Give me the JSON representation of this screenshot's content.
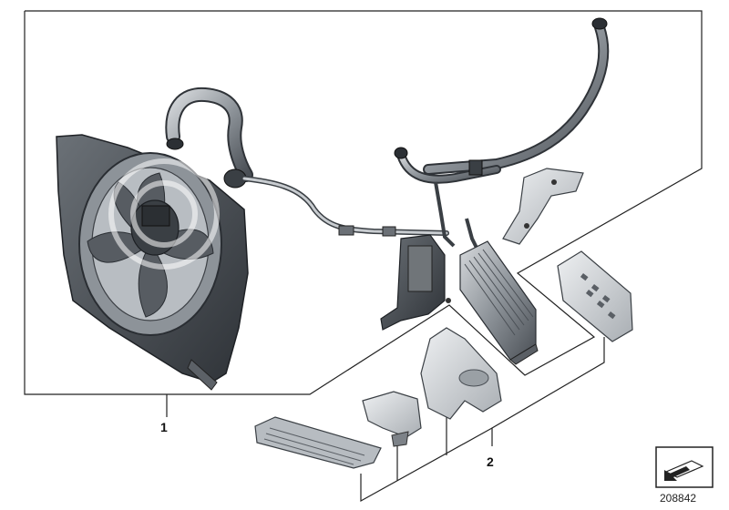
{
  "labels": {
    "assembly_1": "1",
    "assembly_2": "2"
  },
  "reference_number": "208842",
  "icons": {
    "watermark": "photobucket-watermark-icon",
    "logo": "arrow-folder-logo-icon"
  },
  "colors": {
    "line": "#222222",
    "part_dark": "#4a4f55",
    "part_mid": "#8a9096",
    "part_light": "#c9cdd1"
  }
}
